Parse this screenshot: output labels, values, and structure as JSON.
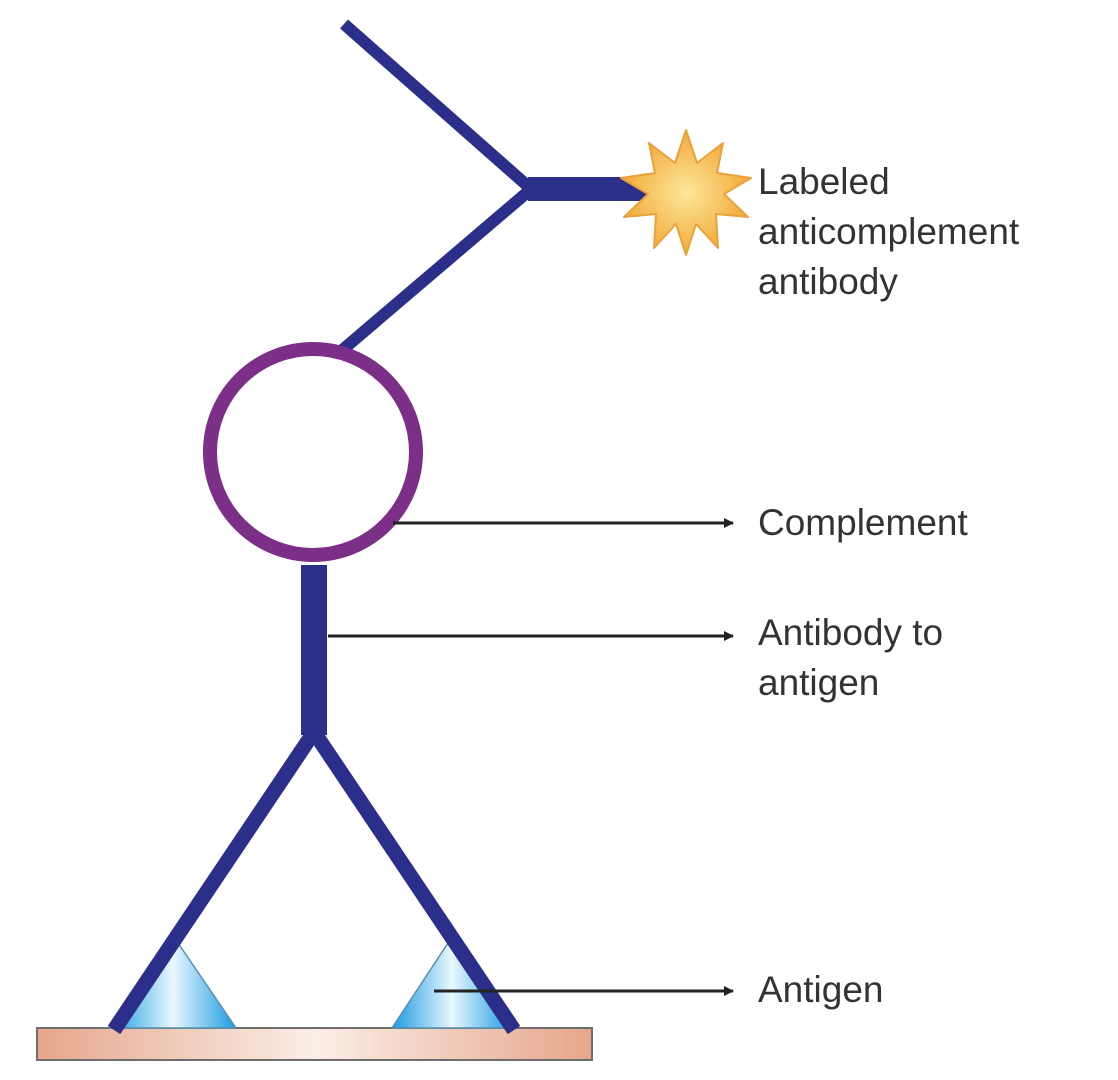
{
  "labels": {
    "labeled_anticomplement_antibody": [
      "Labeled",
      "anticomplement",
      "antibody"
    ],
    "complement": "Complement",
    "antibody_to_antigen": [
      "Antibody to",
      "antigen"
    ],
    "antigen": "Antigen"
  },
  "colors": {
    "antibody": "#2b2f8a",
    "complement_ring": "#7b2f86",
    "label_star": "#f5b63a",
    "antigen": "#3fb5e8",
    "solid_phase": "#e8b49a",
    "arrow": "#222222",
    "text": "#333333"
  }
}
